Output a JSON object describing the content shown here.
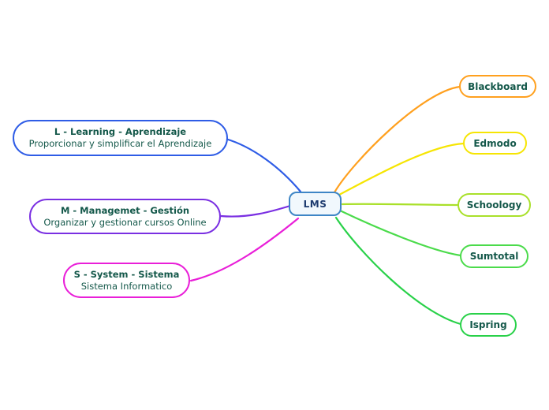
{
  "canvas": {
    "background_color": "#ffffff"
  },
  "center_node": {
    "label": "LMS",
    "border_color": "#3e86c6",
    "fill_color": "#f1f8fd",
    "text_color": "#1c3a6e"
  },
  "branch_text_color": "#14584a",
  "left_branches": [
    {
      "title": "L - Learning - Aprendizaje",
      "subtitle": "Proporcionar y simplificar el Aprendizaje",
      "color": "#2e5ce6"
    },
    {
      "title": "M - Managemet - Gestión",
      "subtitle": "Organizar y gestionar cursos Online",
      "color": "#7a2fe2"
    },
    {
      "title": "S - System - Sistema",
      "subtitle": "Sistema Informatico",
      "color": "#e91fd8"
    }
  ],
  "right_branches": [
    {
      "label": "Blackboard",
      "color": "#ffa01e"
    },
    {
      "label": "Edmodo",
      "color": "#f6e503"
    },
    {
      "label": "Schoology",
      "color": "#a9e02a"
    },
    {
      "label": "Sumtotal",
      "color": "#4bdb4b"
    },
    {
      "label": "Ispring",
      "color": "#29d149"
    }
  ]
}
